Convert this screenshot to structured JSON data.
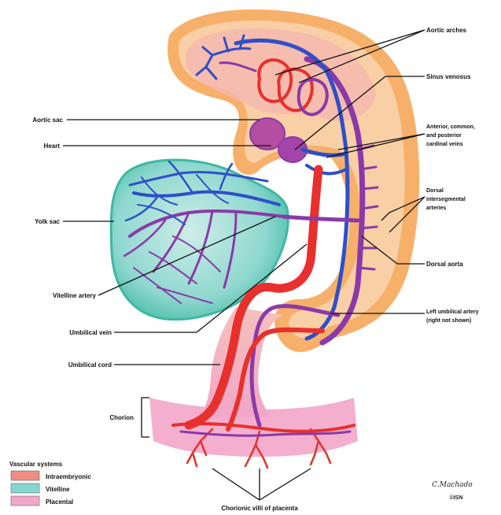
{
  "labels": {
    "aortic_arches": "Aortic arches",
    "sinus_venosus": "Sinus venosus",
    "cardinal_veins_1": "Anterior, common,",
    "cardinal_veins_2": "and posterior",
    "cardinal_veins_3": "cardinal veins",
    "dorsal_arteries_1": "Dorsal",
    "dorsal_arteries_2": "intersegmental",
    "dorsal_arteries_3": "arteries",
    "dorsal_aorta": "Dorsal aorta",
    "umbilical_artery_1": "Left umbilical artery",
    "umbilical_artery_2": "(right not shown)",
    "aortic_sac": "Aortic sac",
    "heart": "Heart",
    "yolk_sac": "Yolk sac",
    "vitelline_artery": "Vitelline artery",
    "umbilical_vein": "Umbilical vein",
    "umbilical_cord": "Umbilical cord",
    "chorion": "Chorion",
    "chorionic_villi": "Chorionic villi of placenta",
    "signature": "C.Machado",
    "signature_mark": "©ISN"
  },
  "legend": {
    "title": "Vascular systems",
    "items": [
      {
        "label": "Intraembryonic",
        "color": "#f08c84"
      },
      {
        "label": "Vitelline",
        "color": "#86d6d0"
      },
      {
        "label": "Placental",
        "color": "#f2a6c8"
      }
    ]
  },
  "colors": {
    "embryo_outer": "#f6b06a",
    "embryo_inner": "#f9cfa6",
    "embryo_pink": "#f5b7b0",
    "yolk_sac": "#8fd8cf",
    "yolk_edge": "#3fb7a2",
    "artery": "#e8302c",
    "vein": "#2f4fc8",
    "mixed": "#8a3aa8",
    "chorion": "#f2a6c8"
  }
}
